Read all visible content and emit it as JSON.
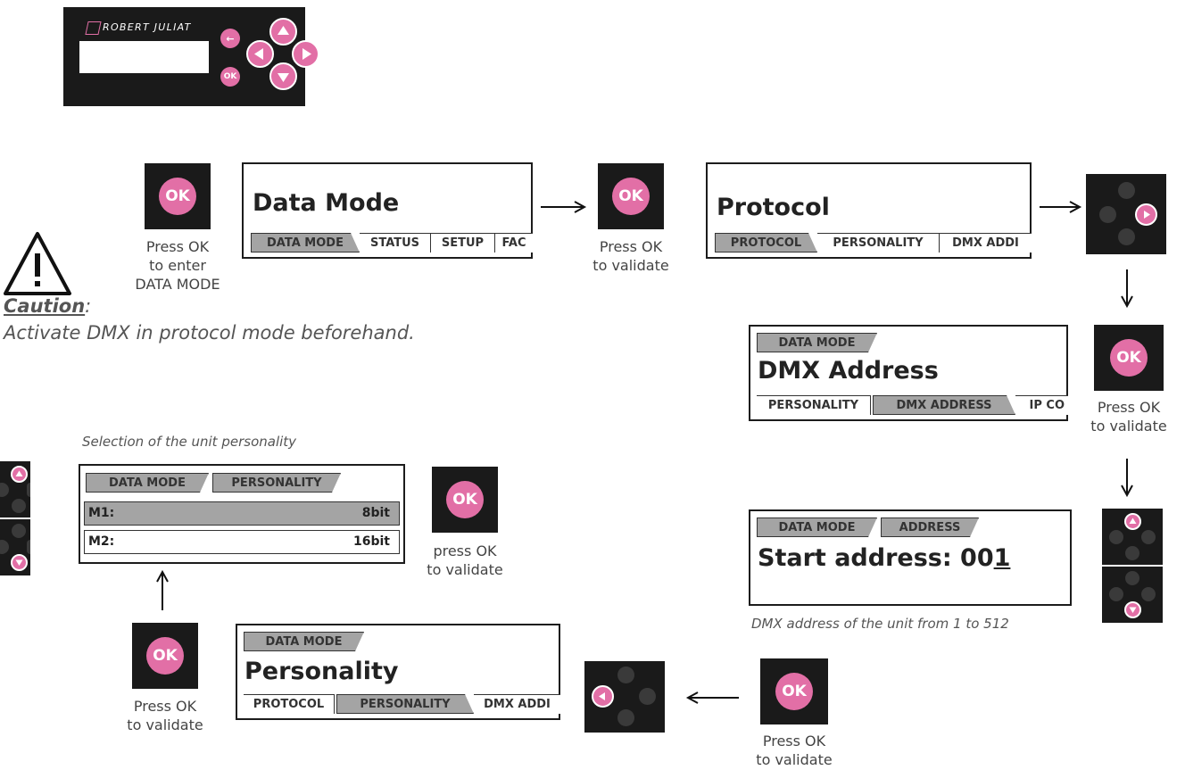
{
  "panel": {
    "brand": "ROBERT JULIAT",
    "ok_label": "OK"
  },
  "caution": {
    "label": "Caution",
    "colon": ":",
    "text": "Activate DMX in protocol mode beforehand."
  },
  "ok_label": "OK",
  "steps": {
    "enter": {
      "caption_line1": "Press OK",
      "caption_line2": "to enter",
      "caption_line3": "DATA MODE"
    },
    "validate1": {
      "caption_line1": "Press OK",
      "caption_line2": "to validate"
    },
    "validate2": {
      "caption_line1": "Press  OK",
      "caption_line2": "to validate"
    },
    "validate3": {
      "caption_line1": "Press OK",
      "caption_line2": "to validate"
    },
    "validate4": {
      "caption_line1": "Press OK",
      "caption_line2": "to validate"
    },
    "validate5": {
      "caption_line1": "press OK",
      "caption_line2": "to validate"
    }
  },
  "screens": {
    "data_mode": {
      "title": "Data Mode",
      "tabs": [
        "DATA MODE",
        "STATUS",
        "SETUP",
        "FAC"
      ]
    },
    "protocol": {
      "title": "Protocol",
      "tabs": [
        "PROTOCOL",
        "PERSONALITY",
        "DMX ADDI"
      ]
    },
    "dmx_address": {
      "header": "DATA MODE",
      "title": "DMX Address",
      "tabs": [
        "PERSONALITY",
        "DMX ADDRESS",
        "IP CO"
      ]
    },
    "start_address": {
      "header": [
        "DATA MODE",
        "ADDRESS"
      ],
      "title_prefix": "Start address: 00",
      "title_cursor": "1"
    },
    "personality": {
      "header": "DATA MODE",
      "title": "Personality",
      "tabs": [
        "PROTOCOL",
        "PERSONALITY",
        "DMX ADDI"
      ]
    },
    "personality_select": {
      "header": [
        "DATA MODE",
        "PERSONALITY"
      ],
      "rows": [
        {
          "name": "M1:",
          "value": "8bit"
        },
        {
          "name": "M2:",
          "value": "16bit"
        }
      ]
    }
  },
  "notes": {
    "personality_selection": "Selection of the unit personality",
    "dmx_range": "DMX address of the unit from 1 to 512"
  },
  "colors": {
    "accent": "#e26fa6",
    "dark": "#1a1a1a",
    "tab_selected": "#a4a4a4"
  }
}
